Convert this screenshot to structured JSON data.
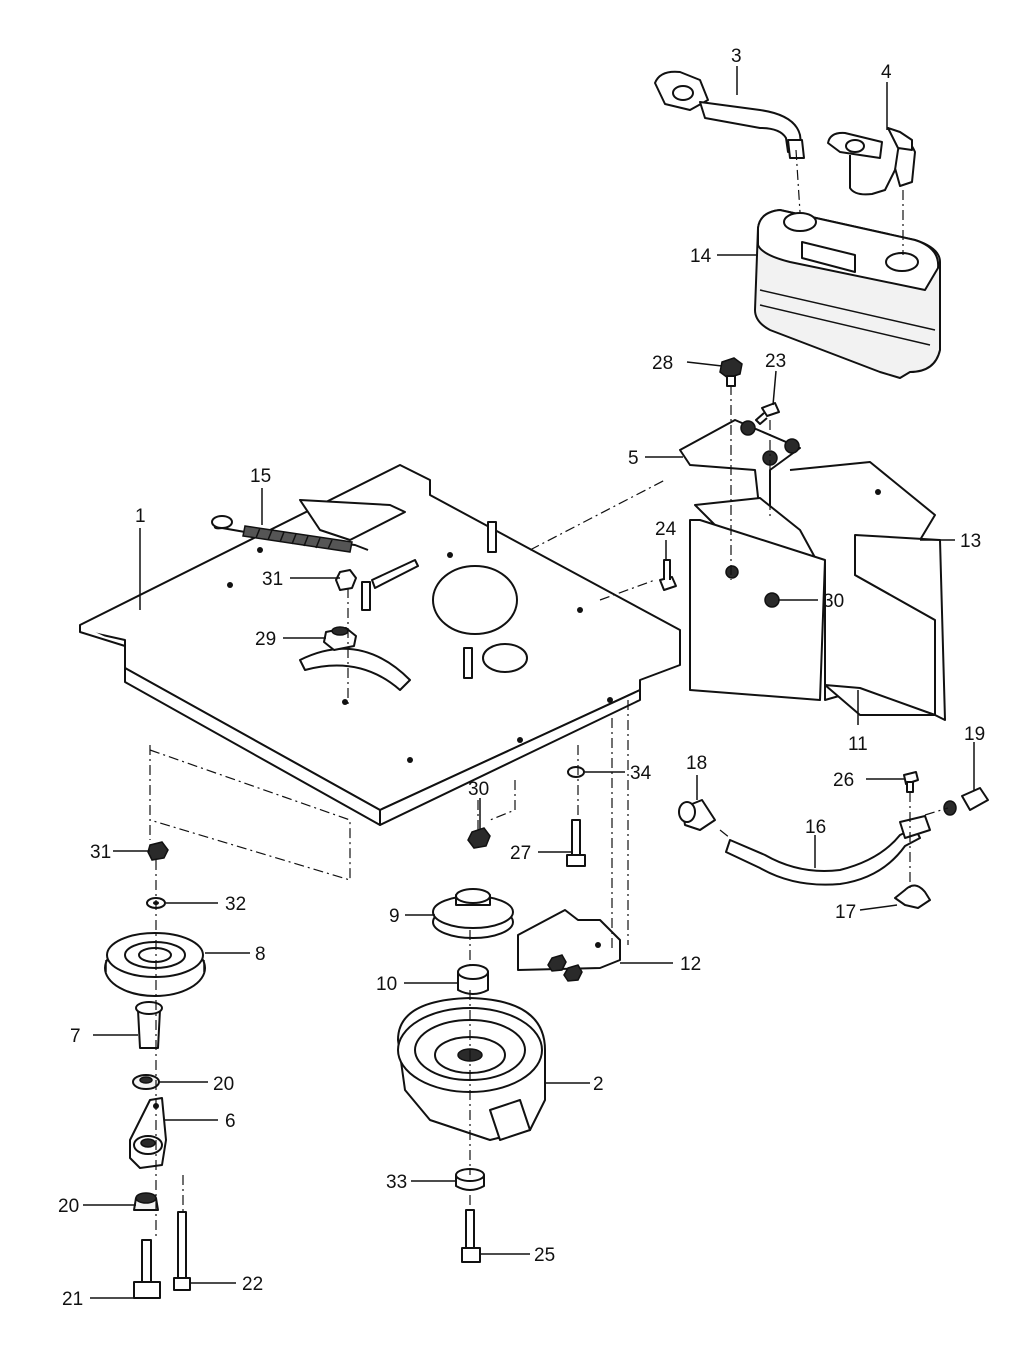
{
  "diagram": {
    "type": "exploded-parts-diagram",
    "callouts": [
      {
        "key": "c1",
        "text": "1"
      },
      {
        "key": "c2",
        "text": "2"
      },
      {
        "key": "c3",
        "text": "3"
      },
      {
        "key": "c4",
        "text": "4"
      },
      {
        "key": "c5",
        "text": "5"
      },
      {
        "key": "c6",
        "text": "6"
      },
      {
        "key": "c7",
        "text": "7"
      },
      {
        "key": "c8",
        "text": "8"
      },
      {
        "key": "c9",
        "text": "9"
      },
      {
        "key": "c10",
        "text": "10"
      },
      {
        "key": "c11",
        "text": "11"
      },
      {
        "key": "c12",
        "text": "12"
      },
      {
        "key": "c13",
        "text": "13"
      },
      {
        "key": "c14",
        "text": "14"
      },
      {
        "key": "c15",
        "text": "15"
      },
      {
        "key": "c16",
        "text": "16"
      },
      {
        "key": "c17",
        "text": "17"
      },
      {
        "key": "c18",
        "text": "18"
      },
      {
        "key": "c19",
        "text": "19"
      },
      {
        "key": "c20a",
        "text": "20"
      },
      {
        "key": "c20b",
        "text": "20"
      },
      {
        "key": "c21",
        "text": "21"
      },
      {
        "key": "c22",
        "text": "22"
      },
      {
        "key": "c23",
        "text": "23"
      },
      {
        "key": "c24",
        "text": "24"
      },
      {
        "key": "c25",
        "text": "25"
      },
      {
        "key": "c26",
        "text": "26"
      },
      {
        "key": "c27",
        "text": "27"
      },
      {
        "key": "c28",
        "text": "28"
      },
      {
        "key": "c29",
        "text": "29"
      },
      {
        "key": "c30a",
        "text": "30"
      },
      {
        "key": "c30b",
        "text": "30"
      },
      {
        "key": "c31a",
        "text": "31"
      },
      {
        "key": "c31b",
        "text": "31"
      },
      {
        "key": "c32",
        "text": "32"
      },
      {
        "key": "c33",
        "text": "33"
      },
      {
        "key": "c34",
        "text": "34"
      }
    ]
  }
}
